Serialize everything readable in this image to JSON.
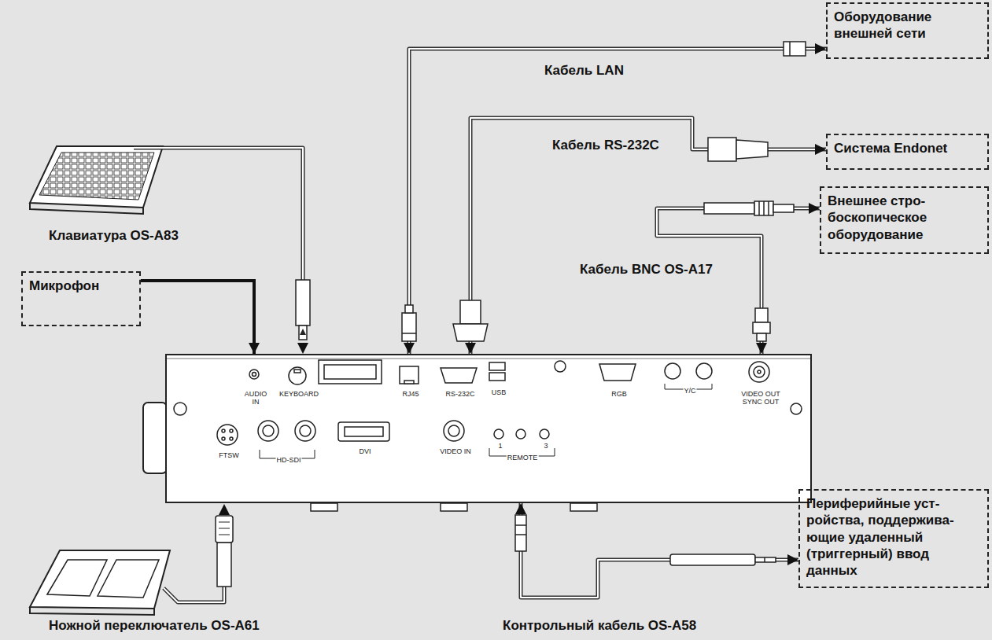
{
  "diagram": {
    "nodes": [
      {
        "text": [
          "Оборудование внешней сети"
        ]
      },
      {
        "text": [
          "Система Endonet"
        ]
      },
      {
        "text": [
          "Внешнее стро- боскопическое оборудование"
        ]
      },
      {
        "text": [
          "Микрофон"
        ]
      },
      {
        "text": [
          "AUDIO IN",
          "KEYBOARD",
          "RJ45",
          "RS-232C",
          "USB",
          "RGB",
          "Y/C",
          "VIDEO OUT SYNC OUT",
          "FTSW",
          "HD-SDI",
          "DVI",
          "VIDEO IN",
          "1",
          "3",
          "REMOTE"
        ]
      },
      {
        "text": [
          "Периферийные уст- ройства, поддержива- ющие удаленный (триггерный) ввод данных"
        ]
      }
    ],
    "edges": [
      {
        "from": 4,
        "to": 0,
        "arrow": "both",
        "label": "Кабель LAN"
      },
      {
        "from": 4,
        "to": 1,
        "arrow": "both",
        "label": "Кабель RS-232C"
      },
      {
        "from": 4,
        "to": 2,
        "arrow": "both",
        "label": "Кабель BNC OS-A17"
      },
      {
        "from": 3,
        "to": 4,
        "arrow": "to"
      },
      {
        "from": 4,
        "to": 5,
        "arrow": "both",
        "label": "Контрольный кабель OS-A58"
      }
    ],
    "labels": [
      "Клавиатура OS-A83",
      "Ножной переключатель OS-A61"
    ]
  }
}
